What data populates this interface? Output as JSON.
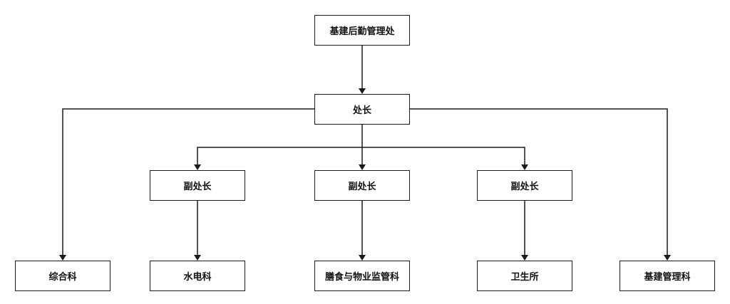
{
  "nodes": {
    "root": "基建后勤管理处",
    "director": "处长",
    "deputy_1": "副处长",
    "deputy_2": "副处长",
    "deputy_3": "副处长",
    "dept_general": "综合科",
    "dept_water_electric": "水电科",
    "dept_catering_property": "膳食与物业监管科",
    "dept_clinic": "卫生所",
    "dept_infrastructure": "基建管理科"
  }
}
